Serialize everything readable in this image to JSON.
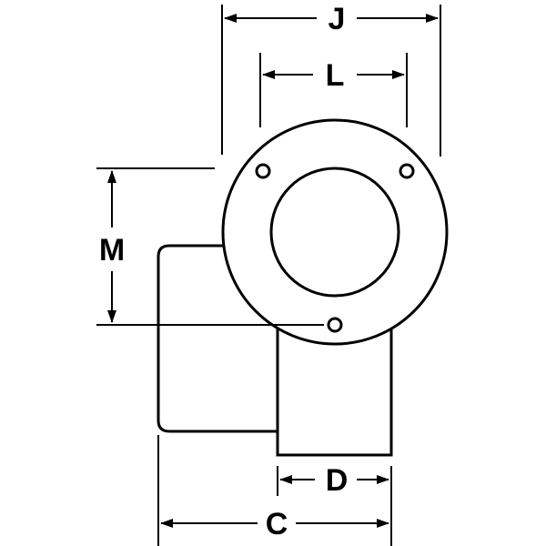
{
  "diagram": {
    "labels": {
      "j": "J",
      "l": "L",
      "m": "M",
      "d": "D",
      "c": "C"
    },
    "colors": {
      "ink": "#000000",
      "background": "#ffffff"
    }
  }
}
